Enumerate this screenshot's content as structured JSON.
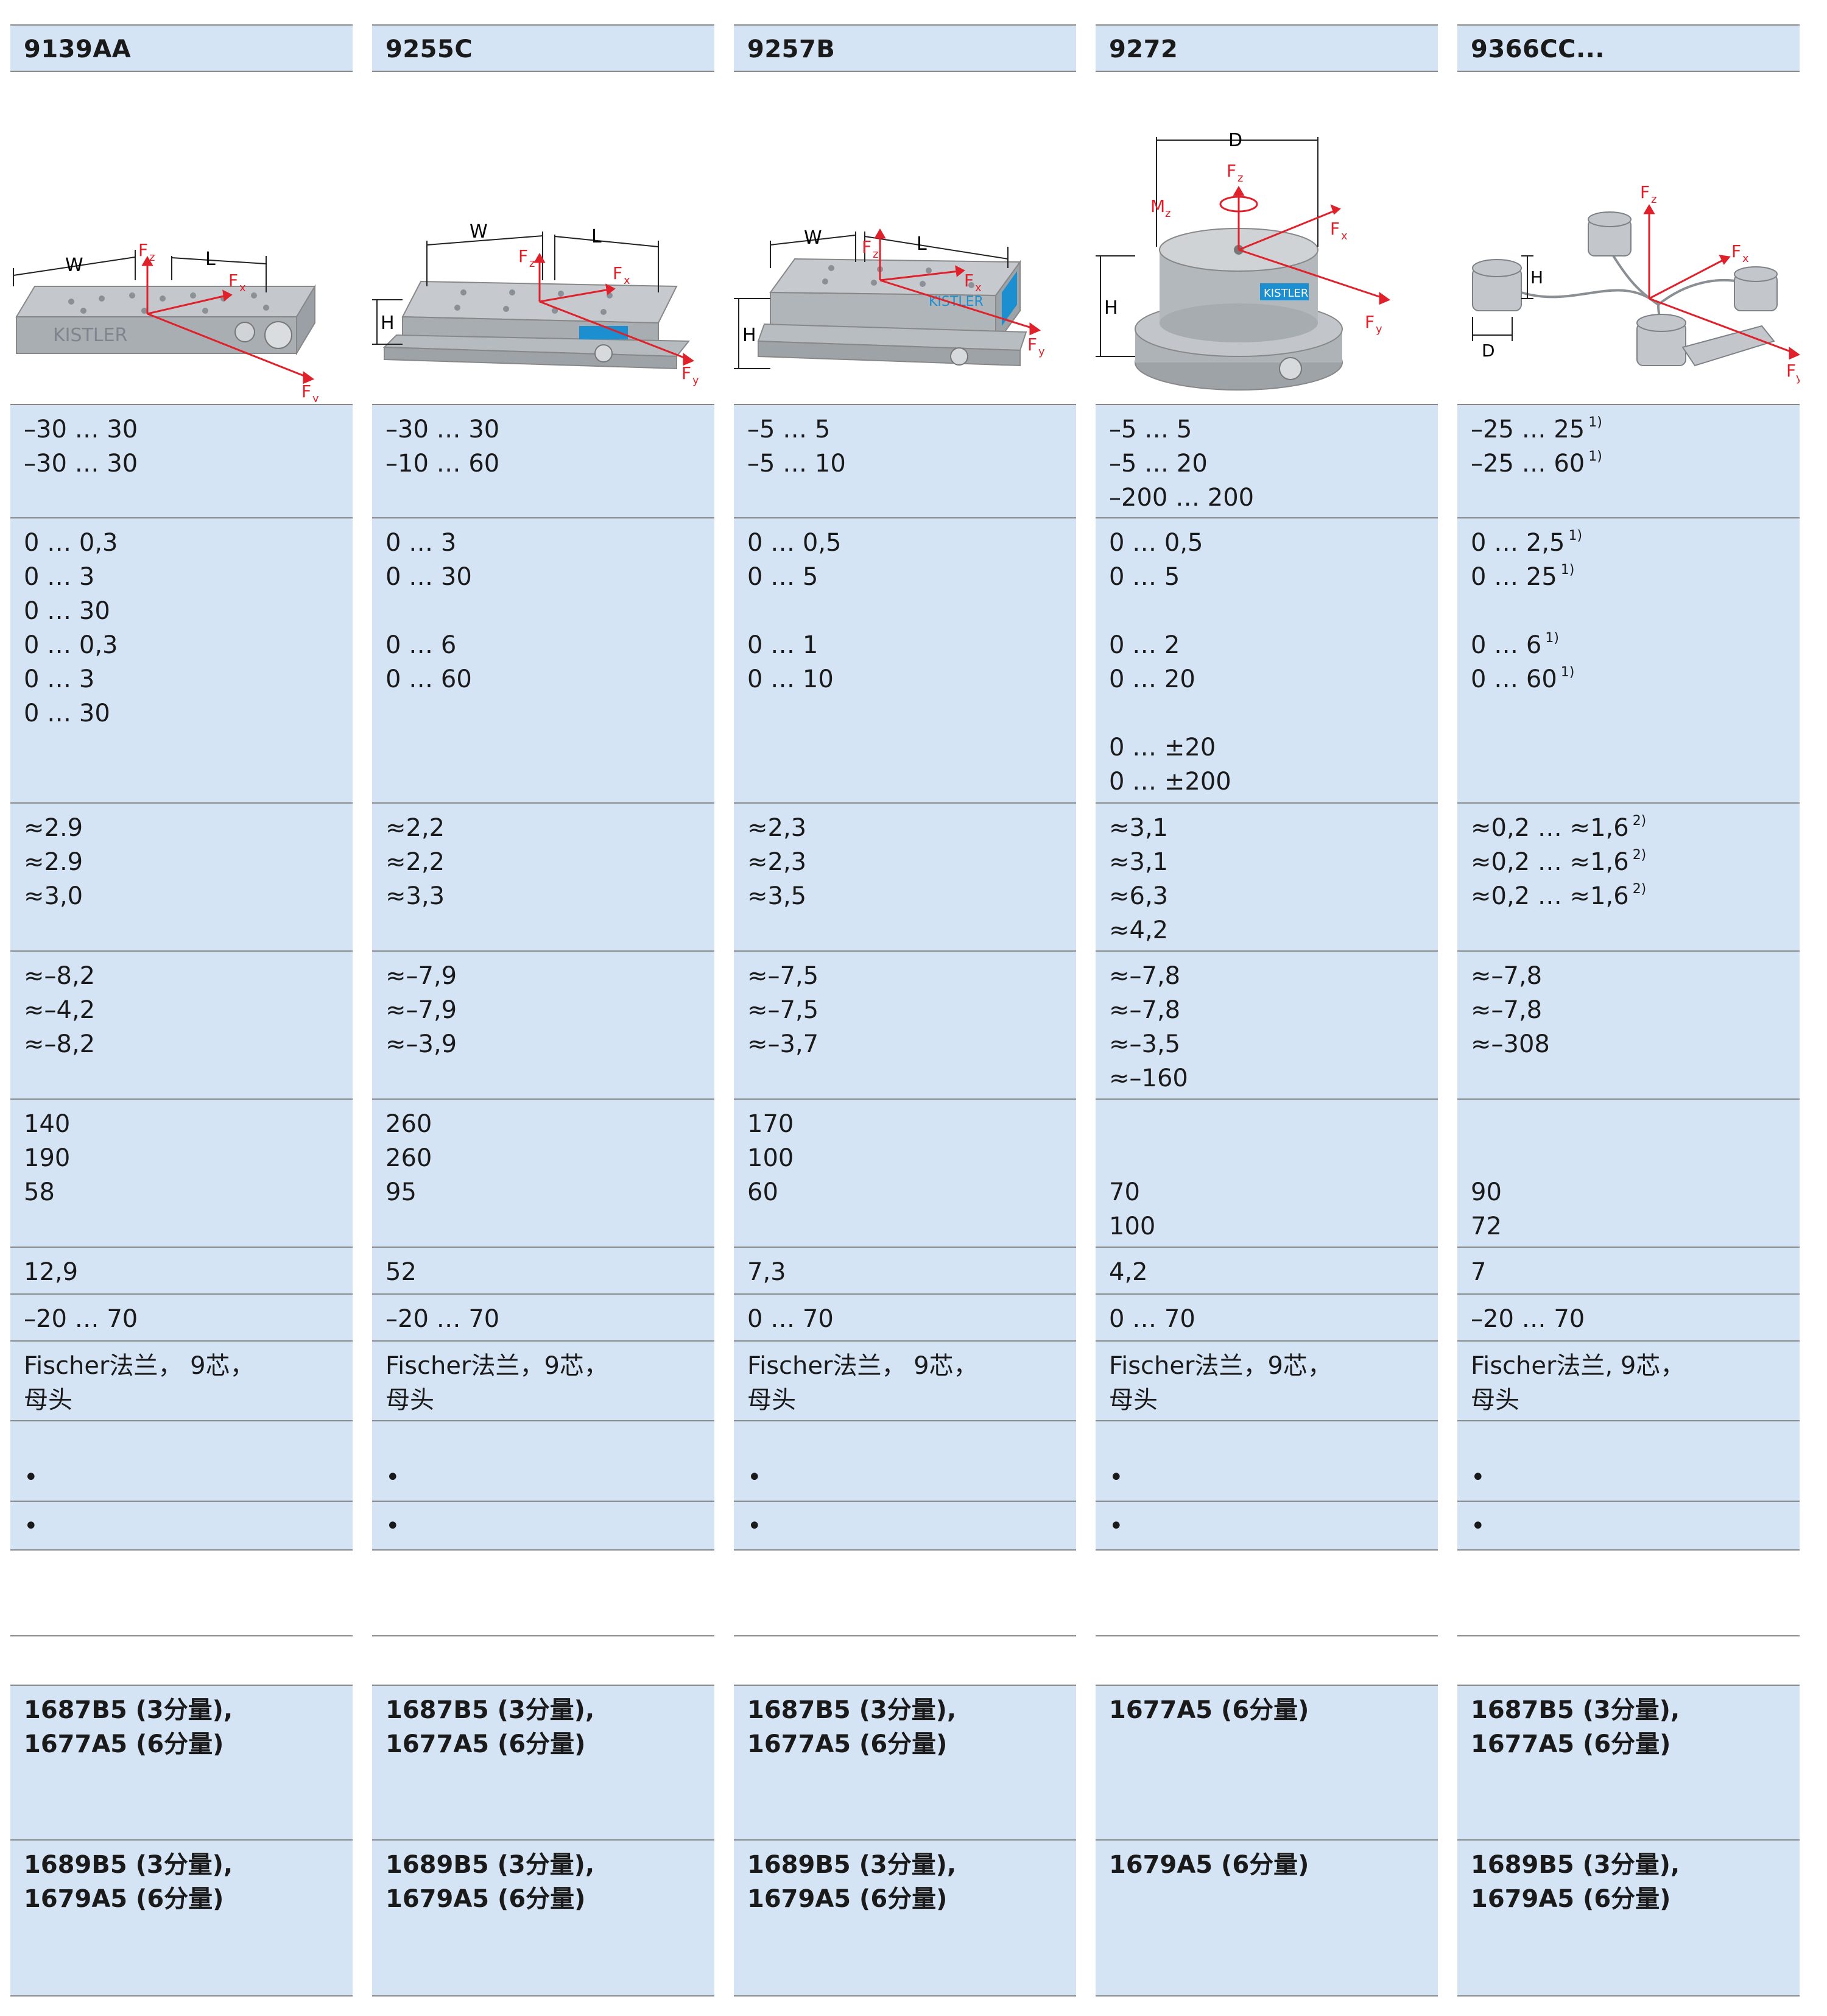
{
  "columns": [
    {
      "name": "9139AA",
      "image_labels": {
        "w": "W",
        "l": "L",
        "h": "",
        "d": "",
        "fz": "F",
        "fx": "F",
        "fy": "F",
        "mz": "",
        "logo": "KISTLER"
      },
      "range_kN": [
        {
          "t": "–30 … 30"
        },
        {
          "t": "–30 … 30"
        }
      ],
      "range2": [
        {
          "t": "0 … 0,3"
        },
        {
          "t": "0 … 3"
        },
        {
          "t": "0 … 30"
        },
        {
          "t": "0 … 0,3"
        },
        {
          "t": "0 … 3"
        },
        {
          "t": "0 … 30"
        }
      ],
      "approx1": [
        {
          "t": "≈2.9"
        },
        {
          "t": "≈2.9"
        },
        {
          "t": "≈3,0"
        }
      ],
      "approx2": [
        {
          "t": "≈–8,2"
        },
        {
          "t": "≈–4,2"
        },
        {
          "t": "≈–8,2"
        }
      ],
      "dims": [
        {
          "t": "140"
        },
        {
          "t": "190"
        },
        {
          "t": "58"
        }
      ],
      "weight": "12,9",
      "temp": "–20 … 70",
      "connector": [
        {
          "t": "Fischer法兰， 9芯，"
        },
        {
          "t": "母头"
        }
      ],
      "bullet1": "•",
      "bullet2": "•",
      "amp1": [
        {
          "t": "1687B5 (3分量),"
        },
        {
          "t": "1677A5 (6分量)"
        }
      ],
      "amp2": [
        {
          "t": "1689B5 (3分量),"
        },
        {
          "t": "1679A5 (6分量)"
        }
      ]
    },
    {
      "name": "9255C",
      "image_labels": {
        "w": "W",
        "l": "L",
        "h": "H",
        "d": "",
        "fz": "F",
        "fx": "F",
        "fy": "F",
        "mz": "",
        "logo": ""
      },
      "range_kN": [
        {
          "t": "–30 … 30"
        },
        {
          "t": "–10 … 60"
        }
      ],
      "range2": [
        {
          "t": "0 … 3"
        },
        {
          "t": "0 … 30"
        },
        {
          "t": ""
        },
        {
          "t": "0 … 6"
        },
        {
          "t": "0 … 60"
        }
      ],
      "approx1": [
        {
          "t": "≈2,2"
        },
        {
          "t": "≈2,2"
        },
        {
          "t": "≈3,3"
        }
      ],
      "approx2": [
        {
          "t": "≈–7,9"
        },
        {
          "t": "≈–7,9"
        },
        {
          "t": "≈–3,9"
        }
      ],
      "dims": [
        {
          "t": "260"
        },
        {
          "t": "260"
        },
        {
          "t": "95"
        }
      ],
      "weight": "52",
      "temp": "–20 … 70",
      "connector": [
        {
          "t": "Fischer法兰，9芯，"
        },
        {
          "t": "母头"
        }
      ],
      "bullet1": "•",
      "bullet2": "•",
      "amp1": [
        {
          "t": "1687B5 (3分量),"
        },
        {
          "t": "1677A5 (6分量)"
        }
      ],
      "amp2": [
        {
          "t": "1689B5 (3分量),"
        },
        {
          "t": "1679A5 (6分量)"
        }
      ]
    },
    {
      "name": "9257B",
      "image_labels": {
        "w": "W",
        "l": "L",
        "h": "H",
        "d": "",
        "fz": "F",
        "fx": "F",
        "fy": "F",
        "mz": "",
        "logo": "KISTLER"
      },
      "range_kN": [
        {
          "t": "–5 … 5"
        },
        {
          "t": "–5 … 10"
        }
      ],
      "range2": [
        {
          "t": "0 … 0,5"
        },
        {
          "t": "0 … 5"
        },
        {
          "t": ""
        },
        {
          "t": "0 … 1"
        },
        {
          "t": "0 … 10"
        }
      ],
      "approx1": [
        {
          "t": "≈2,3"
        },
        {
          "t": "≈2,3"
        },
        {
          "t": "≈3,5"
        }
      ],
      "approx2": [
        {
          "t": "≈–7,5"
        },
        {
          "t": "≈–7,5"
        },
        {
          "t": "≈–3,7"
        }
      ],
      "dims": [
        {
          "t": "170"
        },
        {
          "t": "100"
        },
        {
          "t": "60"
        }
      ],
      "weight": "7,3",
      "temp": "0 … 70",
      "connector": [
        {
          "t": "Fischer法兰， 9芯，"
        },
        {
          "t": "母头"
        }
      ],
      "bullet1": "•",
      "bullet2": "•",
      "amp1": [
        {
          "t": "1687B5 (3分量),"
        },
        {
          "t": "1677A5 (6分量)"
        }
      ],
      "amp2": [
        {
          "t": "1689B5 (3分量),"
        },
        {
          "t": "1679A5 (6分量)"
        }
      ]
    },
    {
      "name": "9272",
      "image_labels": {
        "w": "",
        "l": "",
        "h": "H",
        "d": "D",
        "fz": "F",
        "fx": "F",
        "fy": "F",
        "mz": "M",
        "logo": "KISTLER"
      },
      "range_kN": [
        {
          "t": "–5 … 5"
        },
        {
          "t": "–5 … 20"
        },
        {
          "t": "–200 … 200"
        }
      ],
      "range2": [
        {
          "t": "0 … 0,5"
        },
        {
          "t": "0 … 5"
        },
        {
          "t": ""
        },
        {
          "t": "0 … 2"
        },
        {
          "t": "0 … 20"
        },
        {
          "t": ""
        },
        {
          "t": "0 … ±20"
        },
        {
          "t": "0 … ±200"
        }
      ],
      "approx1": [
        {
          "t": "≈3,1"
        },
        {
          "t": "≈3,1"
        },
        {
          "t": "≈6,3"
        },
        {
          "t": "≈4,2"
        }
      ],
      "approx2": [
        {
          "t": "≈–7,8"
        },
        {
          "t": "≈–7,8"
        },
        {
          "t": "≈–3,5"
        },
        {
          "t": "≈–160"
        }
      ],
      "dims": [
        {
          "t": ""
        },
        {
          "t": ""
        },
        {
          "t": "70"
        },
        {
          "t": "100"
        }
      ],
      "weight": "4,2",
      "temp": "0 … 70",
      "connector": [
        {
          "t": "Fischer法兰，9芯，"
        },
        {
          "t": "母头"
        }
      ],
      "bullet1": "•",
      "bullet2": "•",
      "amp1": [
        {
          "t": "1677A5 (6分量)"
        }
      ],
      "amp2": [
        {
          "t": "1679A5 (6分量)"
        }
      ]
    },
    {
      "name": "9366CC...",
      "image_labels": {
        "w": "",
        "l": "",
        "h": "H",
        "d": "D",
        "fz": "F",
        "fx": "F",
        "fy": "F",
        "mz": "",
        "logo": ""
      },
      "range_kN": [
        {
          "t": "–25 … 25",
          "sup": "1)"
        },
        {
          "t": "–25 … 60",
          "sup": "1)"
        }
      ],
      "range2": [
        {
          "t": "0 … 2,5",
          "sup": "1)"
        },
        {
          "t": "0 … 25",
          "sup": "1)"
        },
        {
          "t": ""
        },
        {
          "t": "0 … 6",
          "sup": "1)"
        },
        {
          "t": "0 … 60",
          "sup": "1)"
        }
      ],
      "approx1": [
        {
          "t": "≈0,2 … ≈1,6",
          "sup": "2)"
        },
        {
          "t": "≈0,2 … ≈1,6",
          "sup": "2)"
        },
        {
          "t": "≈0,2 … ≈1,6",
          "sup": "2)"
        }
      ],
      "approx2": [
        {
          "t": "≈–7,8"
        },
        {
          "t": "≈–7,8"
        },
        {
          "t": "≈–308"
        }
      ],
      "dims": [
        {
          "t": ""
        },
        {
          "t": ""
        },
        {
          "t": "90"
        },
        {
          "t": "72"
        }
      ],
      "weight": "7",
      "temp": "–20 … 70",
      "connector": [
        {
          "t": "Fischer法兰, 9芯，"
        },
        {
          "t": "母头"
        }
      ],
      "bullet1": "•",
      "bullet2": "•",
      "amp1": [
        {
          "t": "1687B5 (3分量),"
        },
        {
          "t": "1677A5 (6分量)"
        }
      ],
      "amp2": [
        {
          "t": "1689B5 (3分量),"
        },
        {
          "t": "1679A5 (6分量)"
        }
      ]
    }
  ],
  "force_subscripts": {
    "z": "z",
    "x": "x",
    "y": "y"
  },
  "colors": {
    "cell_bg": "#d5e4f4",
    "rule": "#8a8a8a",
    "force_arrow": "#e0202a",
    "dimension": "#222222"
  }
}
